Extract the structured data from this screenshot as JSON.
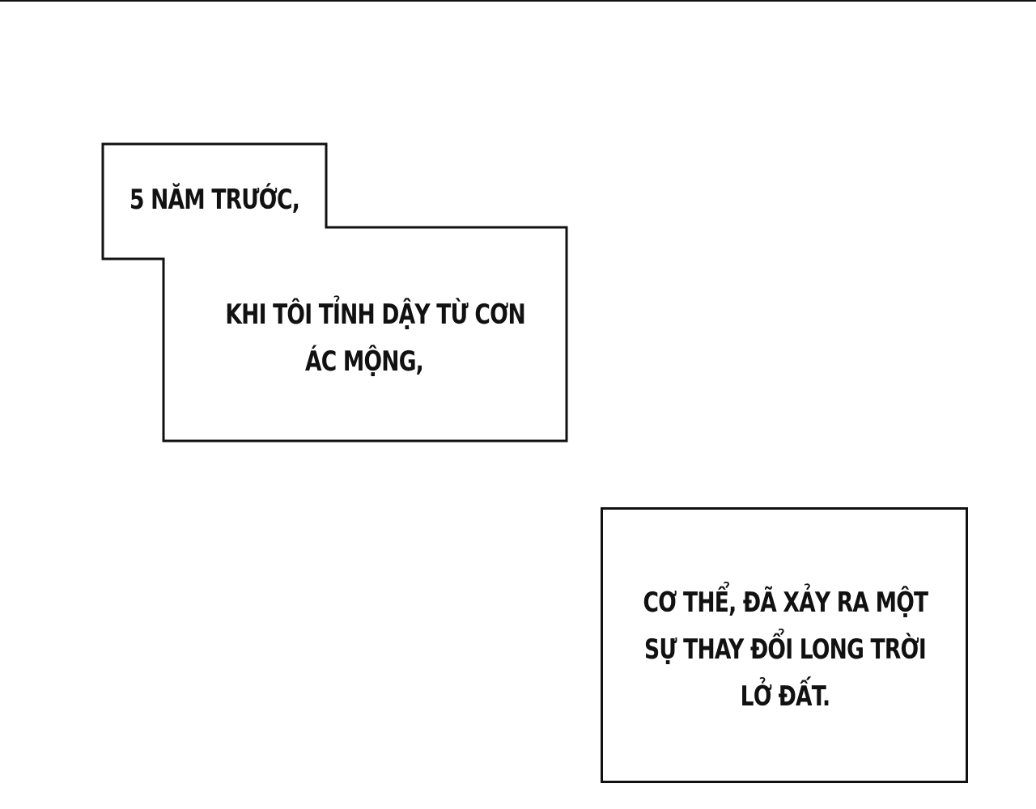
{
  "captions": {
    "first": {
      "line1": "5 NĂM TRƯỚC,",
      "line2": "KHI TÔI TỈNH DẬY TỪ CƠN",
      "line3": "ÁC MỘNG,"
    },
    "second": {
      "line1": "CƠ THỂ, ĐÃ XẢY RA MỘT",
      "line2": "SỰ THAY ĐỔI LONG TRỜI",
      "line3": "LỞ ĐẤT."
    }
  },
  "colors": {
    "ink": "#111111",
    "paper": "#ffffff"
  }
}
